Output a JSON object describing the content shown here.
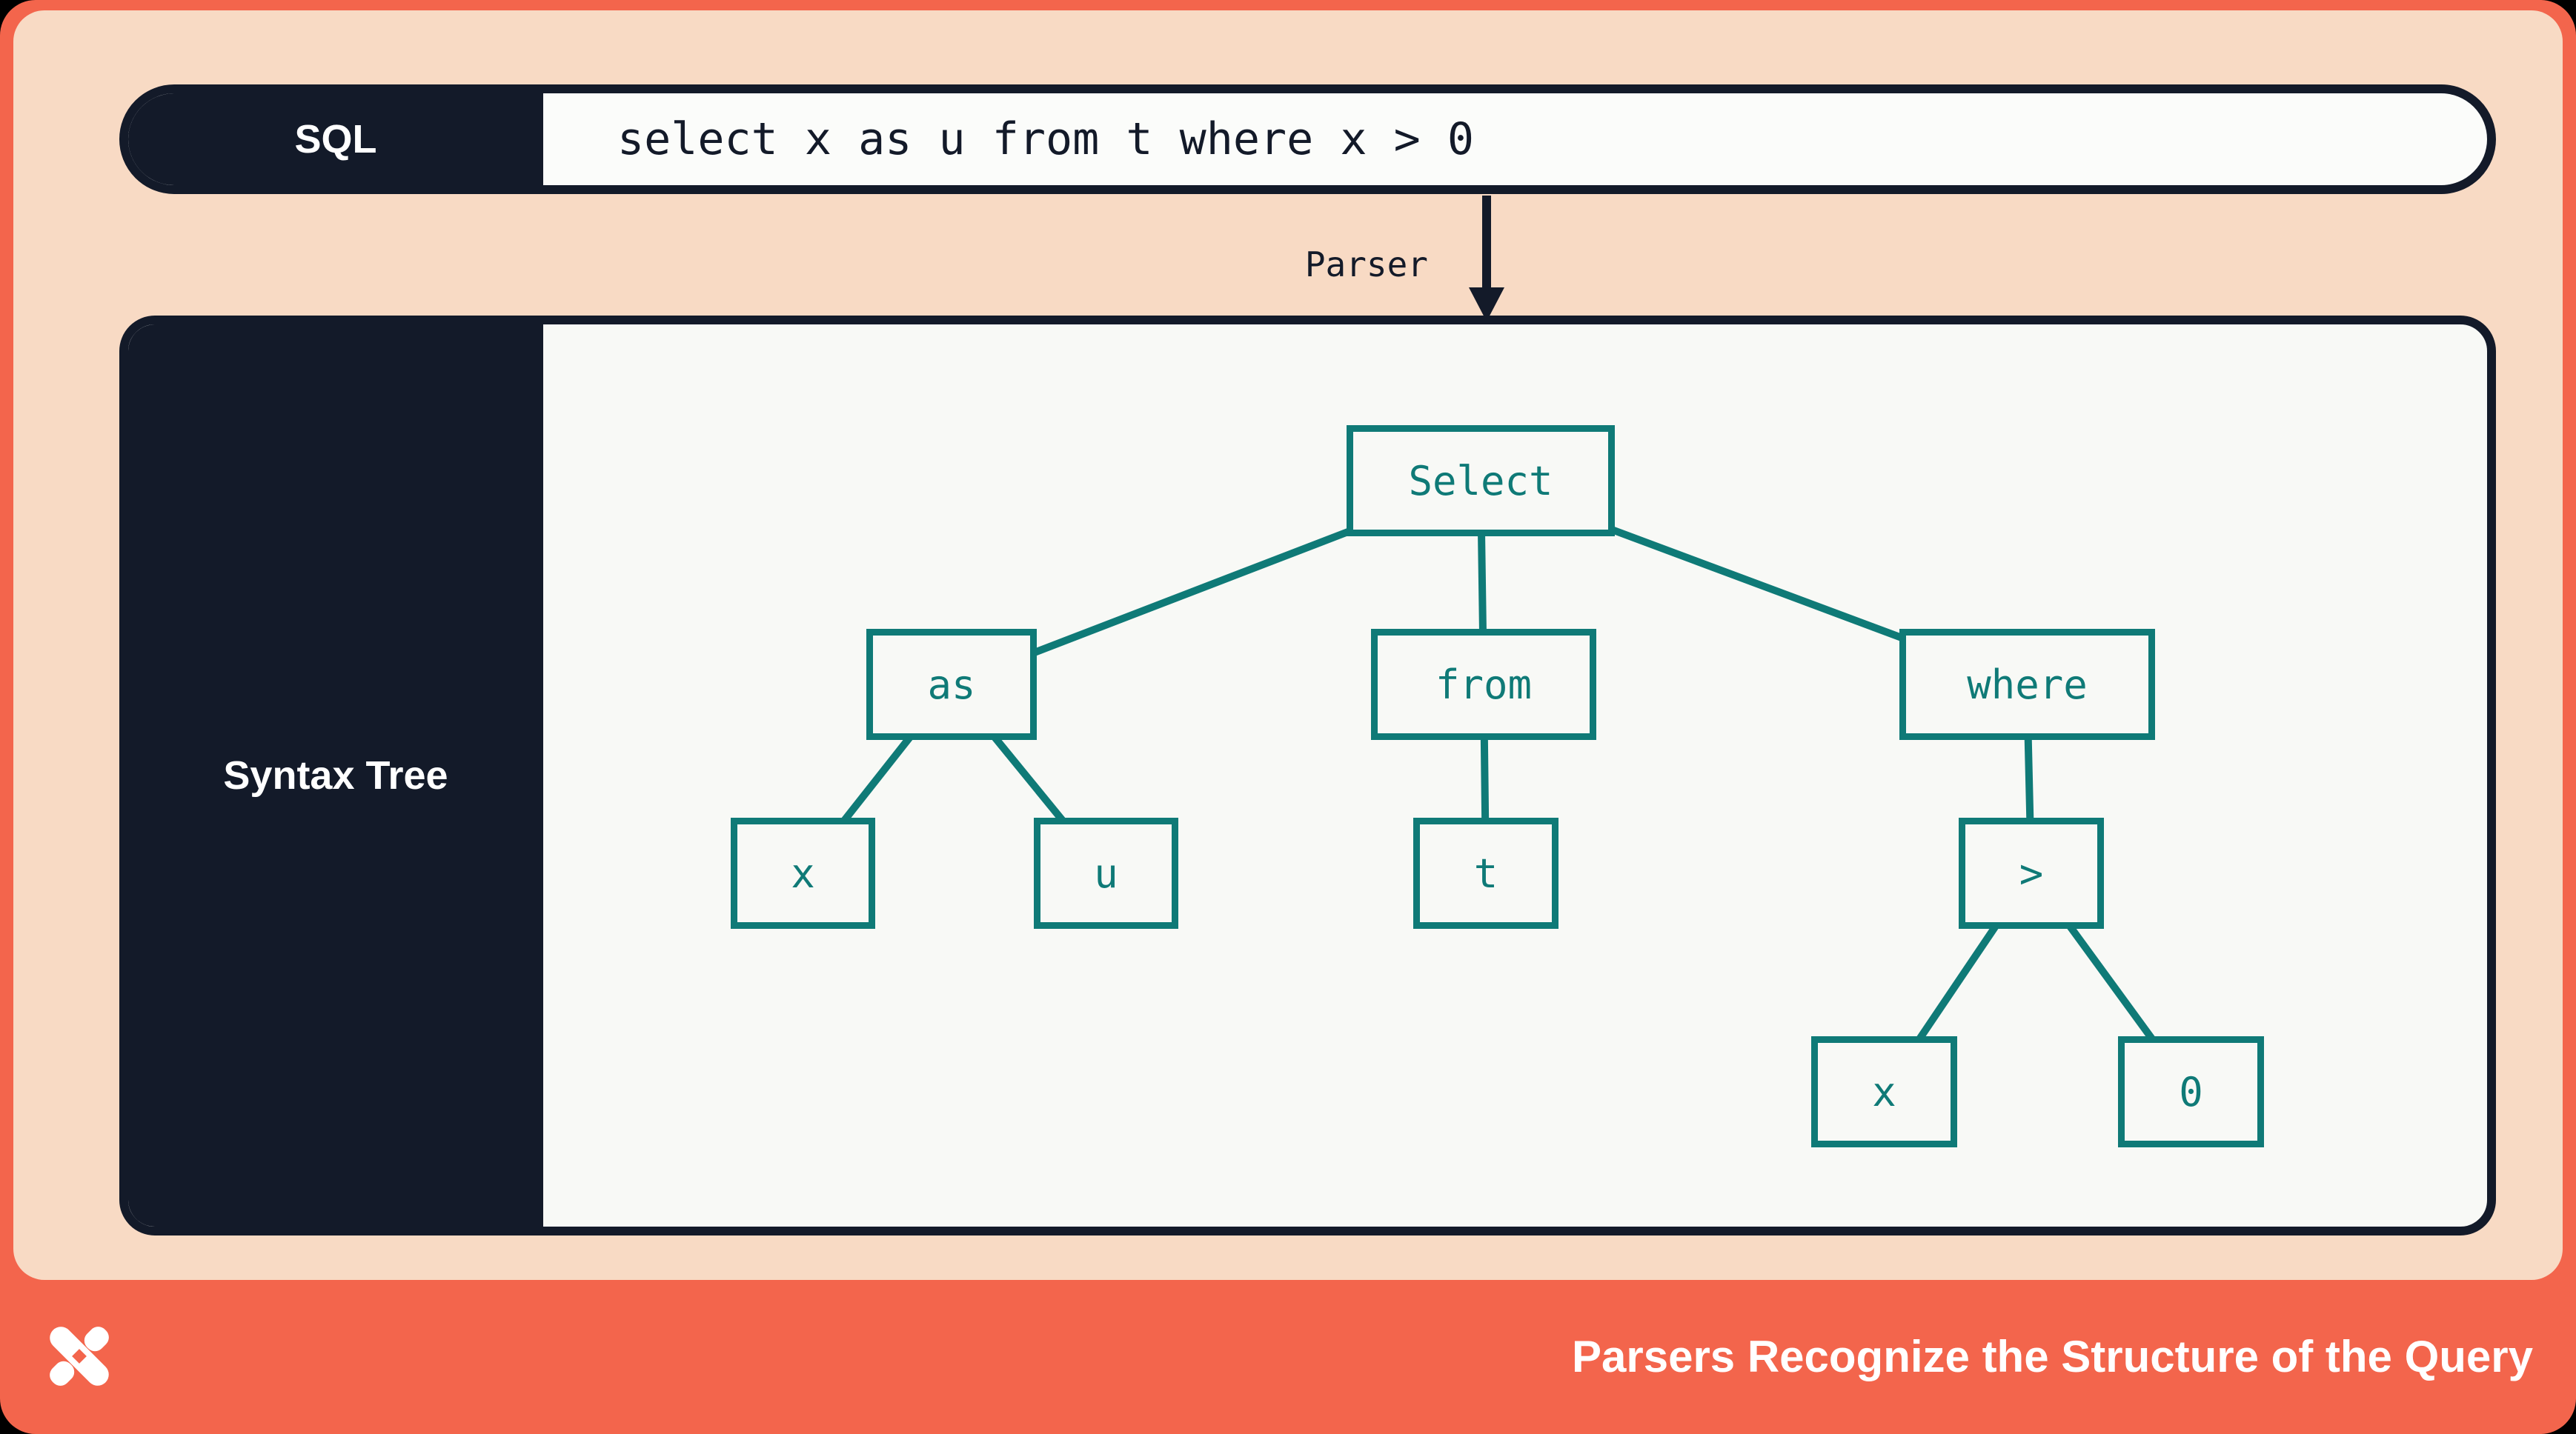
{
  "colors": {
    "frame_orange": "#f3654c",
    "panel_peach": "#f8dac4",
    "navy": "#131a29",
    "teal": "#0f7a77",
    "box_fill": "#f8f9f6",
    "white": "#ffffff"
  },
  "sql_bar": {
    "label": "SQL",
    "query": "select x as u from t where x > 0"
  },
  "parser_arrow": {
    "label": "Parser"
  },
  "tree_panel": {
    "label": "Syntax Tree"
  },
  "tree": {
    "nodes": [
      {
        "id": "select",
        "label": "Select",
        "children": [
          "as",
          "from",
          "where"
        ]
      },
      {
        "id": "as",
        "label": "as",
        "children": [
          "x1",
          "u"
        ]
      },
      {
        "id": "from",
        "label": "from",
        "children": [
          "t"
        ]
      },
      {
        "id": "where",
        "label": "where",
        "children": [
          "gt"
        ]
      },
      {
        "id": "x1",
        "label": "x",
        "children": []
      },
      {
        "id": "u",
        "label": "u",
        "children": []
      },
      {
        "id": "t",
        "label": "t",
        "children": []
      },
      {
        "id": "gt",
        "label": ">",
        "children": [
          "x2",
          "zero"
        ]
      },
      {
        "id": "x2",
        "label": "x",
        "children": []
      },
      {
        "id": "zero",
        "label": "0",
        "children": []
      }
    ]
  },
  "footer": {
    "title": "Parsers Recognize the Structure of the Query",
    "logo": "dolt-logo"
  }
}
